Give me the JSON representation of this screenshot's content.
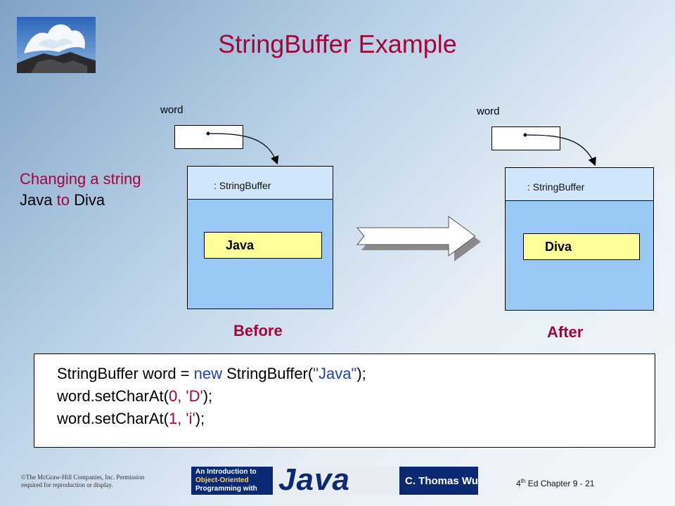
{
  "slide": {
    "title": "StringBuffer Example",
    "description": {
      "line1": "Changing a string",
      "line2_a": "Java",
      "line2_b": "to",
      "line2_c": "Diva"
    },
    "before": {
      "var_label": "word",
      "object_label": ": StringBuffer",
      "value": "Java",
      "caption": "Before"
    },
    "after": {
      "var_label": "word",
      "object_label": ": StringBuffer",
      "value": "Diva",
      "caption": "After"
    },
    "code": {
      "line1": {
        "a": "StringBuffer word = ",
        "b": "new",
        "c": " StringBuffer(",
        "d": "\"Java\"",
        "e": ");"
      },
      "line2": {
        "a": "word.setCharAt(",
        "b": "0, 'D'",
        "c": ");"
      },
      "line3": {
        "a": "word.setCharAt(",
        "b": "1, 'i'",
        "c": ");"
      }
    }
  },
  "footer": {
    "copyright_line1": "©The McGraw-Hill Companies, Inc. Permission",
    "copyright_line2": "required for reproduction or display.",
    "banner_small_1": "An Introduction to",
    "banner_small_2": "Object-Oriented",
    "banner_small_3": "Programming with",
    "banner_java": "Java",
    "banner_author": "C. Thomas Wu",
    "chapter_prefix": "4",
    "chapter_sup": "th",
    "chapter_suffix": " Ed Chapter 9 - 21"
  },
  "colors": {
    "title": "#a3063a",
    "keyword": "#1f3fbf",
    "object_body": "#99c8f5",
    "value_box": "#ffff99"
  },
  "icons": {
    "logo": "wave-splash-image",
    "arrow": "right-arrow-icon"
  }
}
